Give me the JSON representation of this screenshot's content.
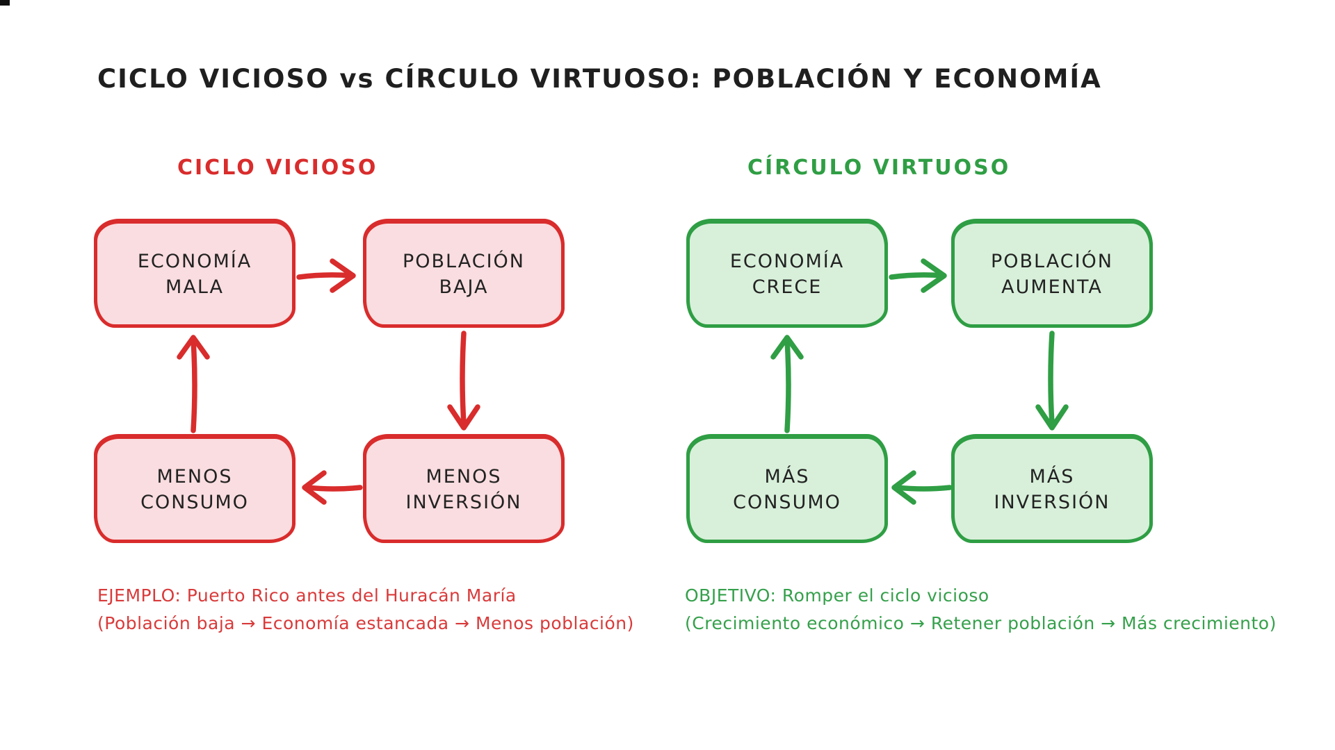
{
  "title": "CICLO VICIOSO vs CÍRCULO VIRTUOSO: POBLACIÓN Y ECONOMÍA",
  "colors": {
    "red": "#d92c2c",
    "red_fill": "#fadde0",
    "red_caption": "#d93a3a",
    "green": "#2f9e44",
    "green_fill": "#d8f0da",
    "green_caption": "#35a04b",
    "ink": "#1f1f1f",
    "background": "#ffffff"
  },
  "vicious_cycle": {
    "heading": "CICLO VICIOSO",
    "nodes": {
      "economia_mala": "ECONOMÍA\nMALA",
      "poblacion_baja": "POBLACIÓN\nBAJA",
      "menos_inversion": "MENOS\nINVERSIÓN",
      "menos_consumo": "MENOS\nCONSUMO"
    },
    "caption": {
      "line1": "EJEMPLO: Puerto Rico antes del Huracán María",
      "line2": "(Población baja → Economía estancada → Menos población)"
    }
  },
  "virtuous_cycle": {
    "heading": "CÍRCULO VIRTUOSO",
    "nodes": {
      "economia_crece": "ECONOMÍA\nCRECE",
      "poblacion_aumenta": "POBLACIÓN\nAUMENTA",
      "mas_inversion": "MÁS\nINVERSIÓN",
      "mas_consumo": "MÁS\nCONSUMO"
    },
    "caption": {
      "line1": "OBJETIVO: Romper el ciclo vicioso",
      "line2": "(Crecimiento económico → Retener población → Más crecimiento)"
    }
  }
}
